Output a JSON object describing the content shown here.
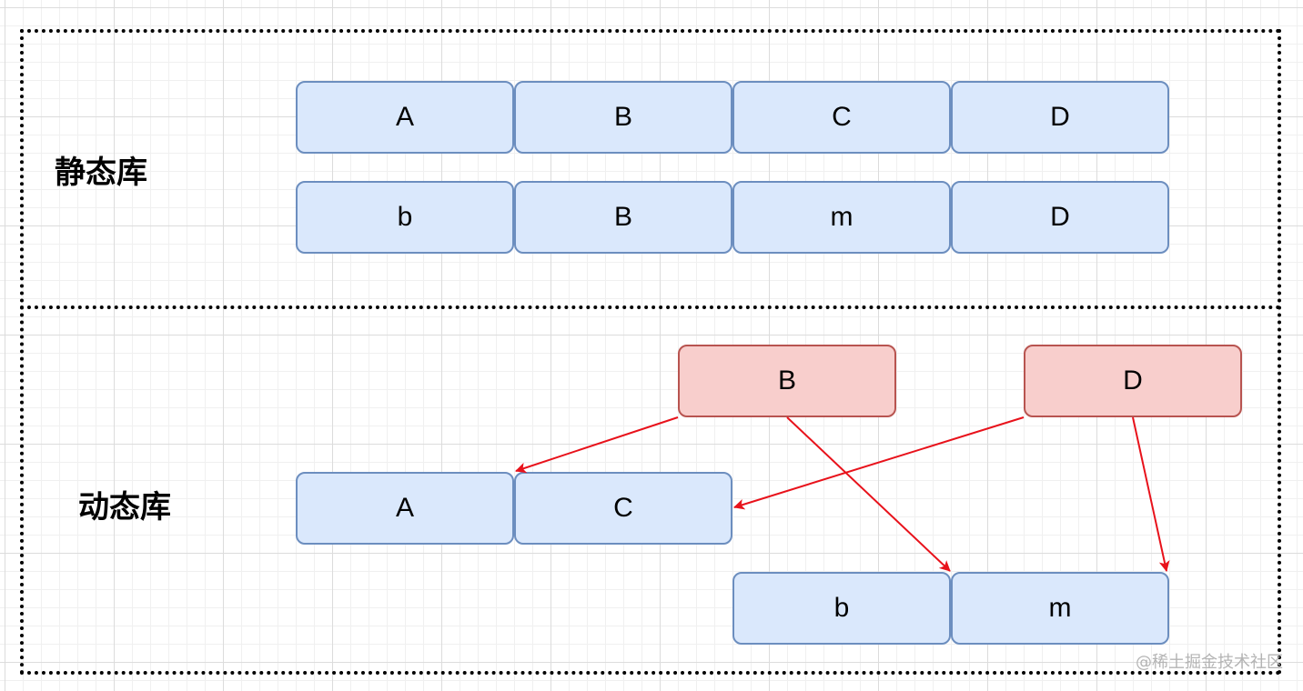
{
  "static_section": {
    "label": "静态库",
    "row1": [
      "A",
      "B",
      "C",
      "D"
    ],
    "row2": [
      "b",
      "B",
      "m",
      "D"
    ]
  },
  "dynamic_section": {
    "label": "动态库",
    "shared": [
      "B",
      "D"
    ],
    "app_row": [
      "A",
      "C"
    ],
    "lib_row": [
      "b",
      "m"
    ]
  },
  "colors": {
    "module_fill": "#dae8fc",
    "module_border": "#6c8ebf",
    "shared_fill": "#f8cecc",
    "shared_border": "#b85450",
    "arrow": "#e8121b"
  },
  "watermark": "@稀土掘金技术社区"
}
